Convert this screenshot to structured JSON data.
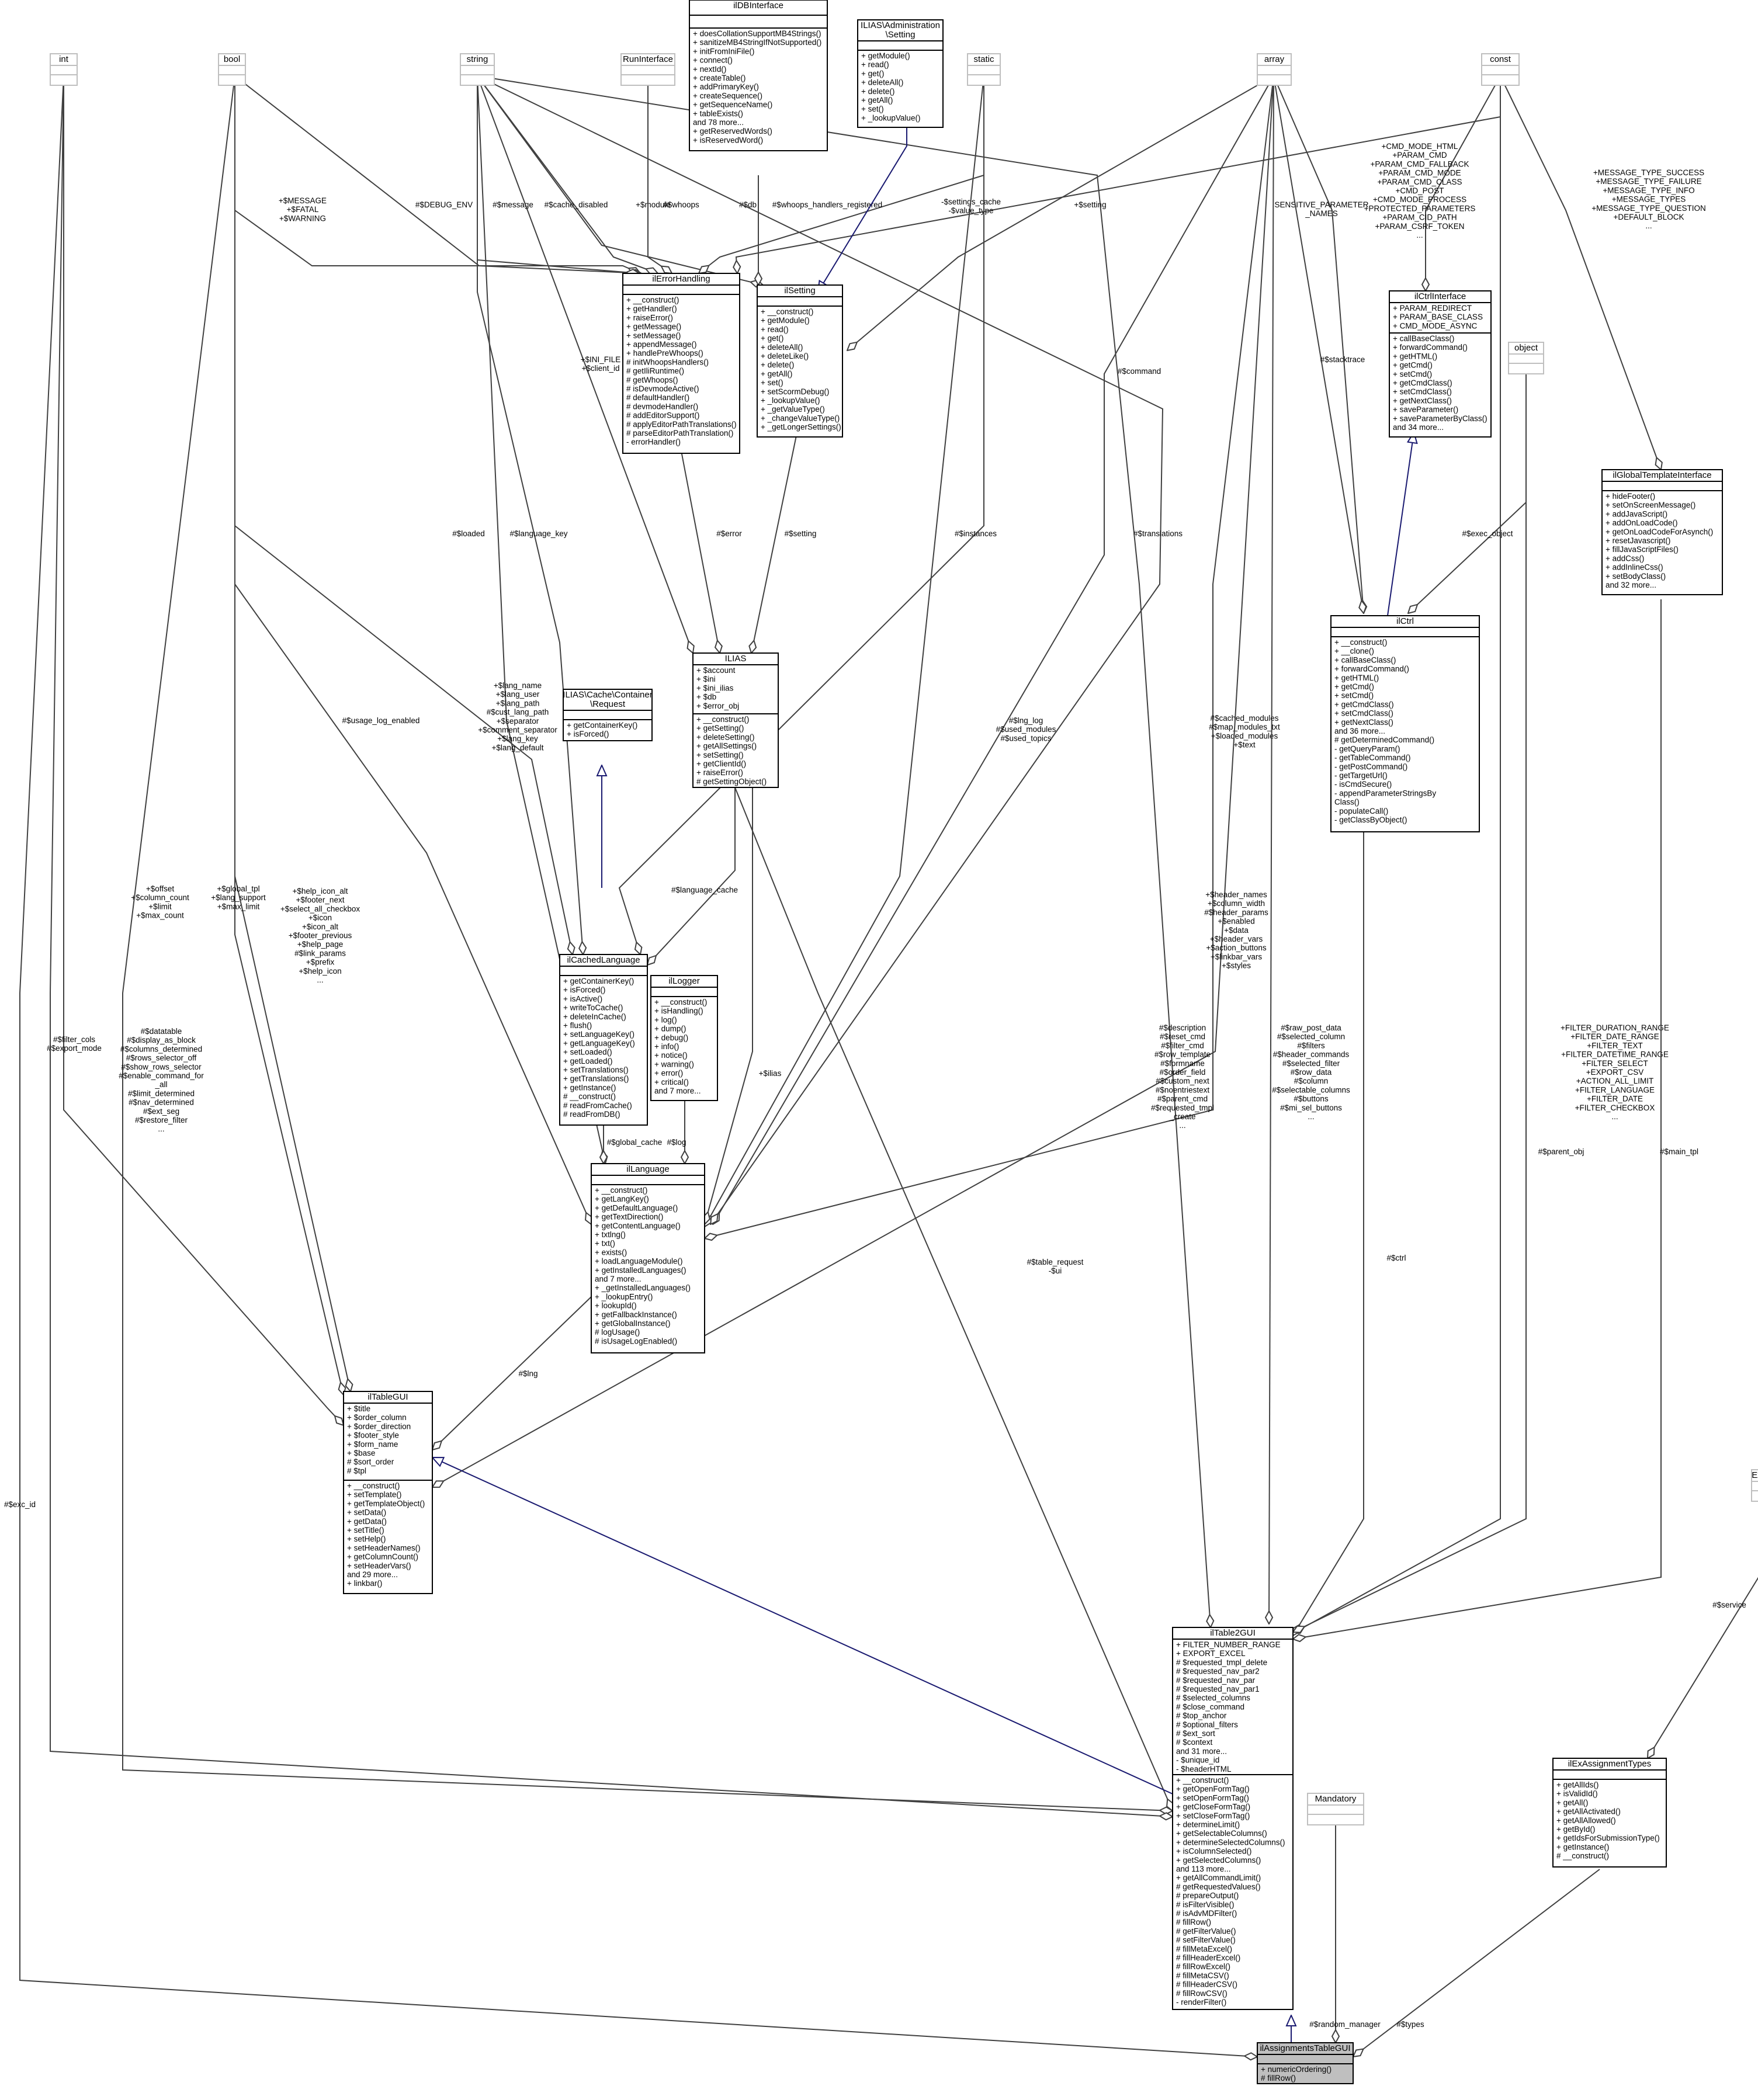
{
  "classes": [
    {
      "id": "int",
      "title": [
        "int"
      ],
      "attrs": [],
      "ops": []
    },
    {
      "id": "bool",
      "title": [
        "bool"
      ],
      "attrs": [],
      "ops": []
    },
    {
      "id": "string",
      "title": [
        "string"
      ],
      "attrs": [],
      "ops": []
    },
    {
      "id": "RunInterface",
      "title": [
        "RunInterface"
      ],
      "attrs": [],
      "ops": []
    },
    {
      "id": "ilDBInterface",
      "title": [
        "ilDBInterface"
      ],
      "attrs": [],
      "ops": [
        "+ doesCollationSupportMB4Strings()",
        "+ sanitizeMB4StringIfNotSupported()",
        "+ initFromIniFile()",
        "+ connect()",
        "+ nextId()",
        "+ createTable()",
        "+ addPrimaryKey()",
        "+ createSequence()",
        "+ getSequenceName()",
        "+ tableExists()",
        "and 78 more...",
        "+ getReservedWords()",
        "+ isReservedWord()"
      ]
    },
    {
      "id": "AdminSetting",
      "title": [
        "ILIAS\\Administration",
        "\\Setting"
      ],
      "attrs": [],
      "ops": [
        "+ getModule()",
        "+ read()",
        "+ get()",
        "+ deleteAll()",
        "+ delete()",
        "+ getAll()",
        "+ set()",
        "+ _lookupValue()"
      ]
    },
    {
      "id": "static",
      "title": [
        "static"
      ],
      "attrs": [],
      "ops": []
    },
    {
      "id": "array",
      "title": [
        "array"
      ],
      "attrs": [],
      "ops": []
    },
    {
      "id": "const",
      "title": [
        "const"
      ],
      "attrs": [],
      "ops": []
    },
    {
      "id": "ilErrorHandling",
      "title": [
        "ilErrorHandling"
      ],
      "attrs": [],
      "ops": [
        "+ __construct()",
        "+ getHandler()",
        "+ raiseError()",
        "+ getMessage()",
        "+ setMessage()",
        "+ appendMessage()",
        "+ handlePreWhoops()",
        "# initWhoopsHandlers()",
        "# getIliRuntime()",
        "# getWhoops()",
        "# isDevmodeActive()",
        "# defaultHandler()",
        "# devmodeHandler()",
        "# addEditorSupport()",
        "# applyEditorPathTranslations()",
        "# parseEditorPathTranslation()",
        "- errorHandler()"
      ]
    },
    {
      "id": "ilSetting",
      "title": [
        "ilSetting"
      ],
      "attrs": [],
      "ops": [
        "+ __construct()",
        "+ getModule()",
        "+ read()",
        "+ get()",
        "+ deleteAll()",
        "+ deleteLike()",
        "+ delete()",
        "+ getAll()",
        "+ set()",
        "+ setScormDebug()",
        "+ _lookupValue()",
        "+ _getValueType()",
        "+ _changeValueType()",
        "+ _getLongerSettings()"
      ]
    },
    {
      "id": "ilCtrlInterface",
      "title": [
        "ilCtrlInterface"
      ],
      "attrs": [
        "+ PARAM_REDIRECT",
        "+ PARAM_BASE_CLASS",
        "+ CMD_MODE_ASYNC"
      ],
      "ops": [
        "+ callBaseClass()",
        "+ forwardCommand()",
        "+ getHTML()",
        "+ getCmd()",
        "+ setCmd()",
        "+ getCmdClass()",
        "+ setCmdClass()",
        "+ getNextClass()",
        "+ saveParameter()",
        "+ saveParameterByClass()",
        "and 34 more..."
      ]
    },
    {
      "id": "object",
      "title": [
        "object"
      ],
      "attrs": [],
      "ops": []
    },
    {
      "id": "ilGlobalTemplateInterface",
      "title": [
        "ilGlobalTemplateInterface"
      ],
      "attrs": [],
      "ops": [
        "+ hideFooter()",
        "+ setOnScreenMessage()",
        "+ addJavaScript()",
        "+ addOnLoadCode()",
        "+ getOnLoadCodeForAsynch()",
        "+ resetJavascript()",
        "+ fillJavaScriptFiles()",
        "+ addCss()",
        "+ addInlineCss()",
        "+ setBodyClass()",
        "and 32 more..."
      ]
    },
    {
      "id": "ILIAS",
      "title": [
        "ILIAS"
      ],
      "attrs": [
        "+ $account",
        "+ $ini",
        "+ $ini_ilias",
        "+ $db",
        "+ $error_obj"
      ],
      "ops": [
        "+ __construct()",
        "+ getSetting()",
        "+ deleteSetting()",
        "+ getAllSettings()",
        "+ setSetting()",
        "+ getClientId()",
        "+ raiseError()",
        "# getSettingObject()"
      ]
    },
    {
      "id": "CacheRequest",
      "title": [
        "ILIAS\\Cache\\Container",
        "\\Request"
      ],
      "attrs": [],
      "ops": [
        "+ getContainerKey()",
        "+ isForced()"
      ]
    },
    {
      "id": "ilCtrl",
      "title": [
        "ilCtrl"
      ],
      "attrs": [],
      "ops": [
        "+ __construct()",
        "+ __clone()",
        "+ callBaseClass()",
        "+ forwardCommand()",
        "+ getHTML()",
        "+ getCmd()",
        "+ setCmd()",
        "+ getCmdClass()",
        "+ setCmdClass()",
        "+ getNextClass()",
        "and 36 more...",
        "# getDeterminedCommand()",
        "- getQueryParam()",
        "- getTableCommand()",
        "- getPostCommand()",
        "- getTargetUrl()",
        "- isCmdSecure()",
        "- appendParameterStringsBy",
        "Class()",
        "- populateCall()",
        "- getClassByObject()"
      ]
    },
    {
      "id": "ilCachedLanguage",
      "title": [
        "ilCachedLanguage"
      ],
      "attrs": [],
      "ops": [
        "+ getContainerKey()",
        "+ isForced()",
        "+ isActive()",
        "+ writeToCache()",
        "+ deleteInCache()",
        "+ flush()",
        "+ setLanguageKey()",
        "+ getLanguageKey()",
        "+ setLoaded()",
        "+ getLoaded()",
        "+ setTranslations()",
        "+ getTranslations()",
        "+ getInstance()",
        "# __construct()",
        "# readFromCache()",
        "# readFromDB()"
      ]
    },
    {
      "id": "ilLogger",
      "title": [
        "ilLogger"
      ],
      "attrs": [],
      "ops": [
        "+ __construct()",
        "+ isHandling()",
        "+ log()",
        "+ dump()",
        "+ debug()",
        "+ info()",
        "+ notice()",
        "+ warning()",
        "+ error()",
        "+ critical()",
        "and 7 more..."
      ]
    },
    {
      "id": "ilLanguage",
      "title": [
        "ilLanguage"
      ],
      "attrs": [],
      "ops": [
        "+ __construct()",
        "+ getLangKey()",
        "+ getDefaultLanguage()",
        "+ getTextDirection()",
        "+ getContentLanguage()",
        "+ txtlng()",
        "+ txt()",
        "+ exists()",
        "+ loadLanguageModule()",
        "+ getInstalledLanguages()",
        "and 7 more...",
        "+ _getInstalledLanguages()",
        "+ _lookupEntry()",
        "+ lookupId()",
        "+ getFallbackInstance()",
        "+ getGlobalInstance()",
        "# logUsage()",
        "# isUsageLogEnabled()"
      ]
    },
    {
      "id": "ilTableGUI",
      "title": [
        "ilTableGUI"
      ],
      "attrs": [
        "+ $title",
        "+ $order_column",
        "+ $order_direction",
        "+ $footer_style",
        "+ $form_name",
        "+ $base",
        "# $sort_order",
        "# $tpl"
      ],
      "ops": [
        "+ __construct()",
        "+ setTemplate()",
        "+ getTemplateObject()",
        "+ setData()",
        "+ getData()",
        "+ setTitle()",
        "+ setHelp()",
        "+ setHeaderNames()",
        "+ getColumnCount()",
        "+ setHeaderVars()",
        "and 29 more...",
        "+ linkbar()"
      ]
    },
    {
      "id": "Exercise",
      "title": [
        "Exercise"
      ],
      "attrs": [],
      "ops": []
    },
    {
      "id": "ilTable2GUI",
      "title": [
        "ilTable2GUI"
      ],
      "attrs": [
        "+ FILTER_NUMBER_RANGE",
        "+ EXPORT_EXCEL",
        "# $requested_tmpl_delete",
        "# $requested_nav_par2",
        "# $requested_nav_par",
        "# $requested_nav_par1",
        "# $selected_columns",
        "# $close_command",
        "# $top_anchor",
        "# $optional_filters",
        "# $ext_sort",
        "# $context",
        "and 31 more...",
        "- $unique_id",
        "- $headerHTML"
      ],
      "ops": [
        "+ __construct()",
        "+ getOpenFormTag()",
        "+ setOpenFormTag()",
        "+ getCloseFormTag()",
        "+ setCloseFormTag()",
        "+ determineLimit()",
        "+ getSelectableColumns()",
        "+ determineSelectedColumns()",
        "+ isColumnSelected()",
        "+ getSelectedColumns()",
        "and 113 more...",
        "+ getAllCommandLimit()",
        "# getRequestedValues()",
        "# prepareOutput()",
        "# isFilterVisible()",
        "# isAdvMDFilter()",
        "# fillRow()",
        "# getFilterValue()",
        "# setFilterValue()",
        "# fillMetaExcel()",
        "# fillHeaderExcel()",
        "# fillRowExcel()",
        "# fillMetaCSV()",
        "# fillHeaderCSV()",
        "# fillRowCSV()",
        "- renderFilter()"
      ]
    },
    {
      "id": "Mandatory",
      "title": [
        "Mandatory"
      ],
      "attrs": [],
      "ops": []
    },
    {
      "id": "ilExAssignmentTypes",
      "title": [
        "ilExAssignmentTypes"
      ],
      "attrs": [],
      "ops": [
        "+ getAllIds()",
        "+ isValidId()",
        "+ getAll()",
        "+ getAllActivated()",
        "+ getAllAllowed()",
        "+ getById()",
        "+ getIdsForSubmissionType()",
        "+ getInstance()",
        "# __construct()"
      ]
    },
    {
      "id": "ilAssignmentsTableGUI",
      "title": [
        "ilAssignmentsTableGUI"
      ],
      "attrs": [],
      "ops": [
        "+ numericOrdering()",
        "# fillRow()"
      ]
    }
  ],
  "edges": [
    {
      "id": "e1",
      "label": [
        "+$MESSAGE",
        "+$FATAL",
        "+$WARNING"
      ]
    },
    {
      "id": "e2",
      "label": [
        "#$DEBUG_ENV"
      ]
    },
    {
      "id": "e3",
      "label": [
        "#$message"
      ]
    },
    {
      "id": "e4",
      "label": [
        "#$cache_disabled"
      ]
    },
    {
      "id": "e5",
      "label": [
        "+$module"
      ]
    },
    {
      "id": "e6",
      "label": [
        "#$whoops"
      ]
    },
    {
      "id": "e7",
      "label": [
        "#$db"
      ]
    },
    {
      "id": "e8",
      "label": [
        "#$whoops_handlers_registered"
      ]
    },
    {
      "id": "e9",
      "label": [
        "-$settings_cache",
        "-$value_type"
      ]
    },
    {
      "id": "e10",
      "label": [
        "+$setting"
      ]
    },
    {
      "id": "e11",
      "label": [
        "SENSITIVE_PARAMETER",
        "_NAMES"
      ]
    },
    {
      "id": "e12",
      "label": [
        "+CMD_MODE_HTML",
        "+PARAM_CMD",
        "+PARAM_CMD_FALLBACK",
        "+PARAM_CMD_MODE",
        "+PARAM_CMD_CLASS",
        "+CMD_POST",
        "+CMD_MODE_PROCESS",
        "+PROTECTED_PARAMETERS",
        "+PARAM_CID_PATH",
        "+PARAM_CSRF_TOKEN",
        "..."
      ]
    },
    {
      "id": "e13",
      "label": [
        "+MESSAGE_TYPE_SUCCESS",
        "+MESSAGE_TYPE_FAILURE",
        "+MESSAGE_TYPE_INFO",
        "+MESSAGE_TYPES",
        "+MESSAGE_TYPE_QUESTION",
        "+DEFAULT_BLOCK",
        "..."
      ]
    },
    {
      "id": "e14",
      "label": [
        "+$INI_FILE",
        "+$client_id"
      ]
    },
    {
      "id": "e15",
      "label": [
        "#$error"
      ]
    },
    {
      "id": "e16",
      "label": [
        "#$setting"
      ]
    },
    {
      "id": "e17",
      "label": [
        "#$loaded"
      ]
    },
    {
      "id": "e18",
      "label": [
        "#$language_key"
      ]
    },
    {
      "id": "e19",
      "label": [
        "#$instances"
      ]
    },
    {
      "id": "e20",
      "label": [
        "#$command"
      ]
    },
    {
      "id": "e21",
      "label": [
        "#$stacktrace"
      ]
    },
    {
      "id": "e22",
      "label": [
        "#$translations"
      ]
    },
    {
      "id": "e23",
      "label": [
        "#$exec_object"
      ]
    },
    {
      "id": "e24",
      "label": [
        "+$lang_name",
        "+$lang_user",
        "+$lang_path",
        "#$cust_lang_path",
        "+$separator",
        "+$comment_separator",
        "+$lang_key",
        "+$lang_default"
      ]
    },
    {
      "id": "e25",
      "label": [
        "#$usage_log_enabled"
      ]
    },
    {
      "id": "e26",
      "label": [
        "#$lng_log",
        "#$used_modules",
        "#$used_topics"
      ]
    },
    {
      "id": "e27",
      "label": [
        "#$cached_modules",
        "#$map_modules_txt",
        "+$loaded_modules",
        "+$text"
      ]
    },
    {
      "id": "e28",
      "label": [
        "#$language_cache"
      ]
    },
    {
      "id": "e29",
      "label": [
        "+$help_icon_alt",
        "+$footer_next",
        "+$select_all_checkbox",
        "+$icon",
        "+$icon_alt",
        "+$footer_previous",
        "+$help_page",
        "#$link_params",
        "+$prefix",
        "+$help_icon",
        "..."
      ]
    },
    {
      "id": "e30",
      "label": [
        "+$header_names",
        "+$column_width",
        "#$header_params",
        "+$enabled",
        "+$data",
        "+$header_vars",
        "+$action_buttons",
        "+$linkbar_vars",
        "+$styles"
      ]
    },
    {
      "id": "e31",
      "label": [
        "+$offset",
        "+$column_count",
        "+$limit",
        "+$max_count"
      ]
    },
    {
      "id": "e32",
      "label": [
        "+$global_tpl",
        "+$lang_support",
        "+$max_limit"
      ]
    },
    {
      "id": "e33",
      "label": [
        "+$ilias"
      ]
    },
    {
      "id": "e34",
      "label": [
        "#$global_cache"
      ]
    },
    {
      "id": "e35",
      "label": [
        "#$log"
      ]
    },
    {
      "id": "e36",
      "label": [
        "#$description",
        "#$reset_cmd",
        "#$filter_cmd",
        "#$row_template",
        "#$formname",
        "#$order_field",
        "#$custom_next",
        "#$noentriestext",
        "#$parent_cmd",
        "#$requested_tmpl",
        "_create",
        "..."
      ]
    },
    {
      "id": "e37",
      "label": [
        "#$raw_post_data",
        "#$selected_column",
        "#$filters",
        "#$header_commands",
        "#$selected_filter",
        "#$row_data",
        "#$column",
        "#$selectable_columns",
        "#$buttons",
        "#$mi_sel_buttons",
        "..."
      ]
    },
    {
      "id": "e38",
      "label": [
        "+FILTER_DURATION_RANGE",
        "+FILTER_DATE_RANGE",
        "+FILTER_TEXT",
        "+FILTER_DATETIME_RANGE",
        "+FILTER_SELECT",
        "+EXPORT_CSV",
        "+ACTION_ALL_LIMIT",
        "+FILTER_LANGUAGE",
        "+FILTER_DATE",
        "+FILTER_CHECKBOX",
        "..."
      ]
    },
    {
      "id": "e39",
      "label": [
        "#$datatable",
        "#$display_as_block",
        "#$columns_determined",
        "#$rows_selector_off",
        "#$show_rows_selector",
        "#$enable_command_for",
        "_all",
        "#$limit_determined",
        "#$nav_determined",
        "#$ext_seg",
        "#$restore_filter",
        "..."
      ]
    },
    {
      "id": "e40",
      "label": [
        "#$filter_cols",
        "#$export_mode"
      ]
    },
    {
      "id": "e41",
      "label": [
        "#$lng"
      ]
    },
    {
      "id": "e42",
      "label": [
        "#$table_request",
        "-$ui"
      ]
    },
    {
      "id": "e43",
      "label": [
        "#$ctrl"
      ]
    },
    {
      "id": "e44",
      "label": [
        "#$parent_obj"
      ]
    },
    {
      "id": "e45",
      "label": [
        "#$main_tpl"
      ]
    },
    {
      "id": "e46",
      "label": [
        "#$service"
      ]
    },
    {
      "id": "e47",
      "label": [
        "#$exc_id"
      ]
    },
    {
      "id": "e48",
      "label": [
        "#$random_manager"
      ]
    },
    {
      "id": "e49",
      "label": [
        "#$types"
      ]
    }
  ]
}
